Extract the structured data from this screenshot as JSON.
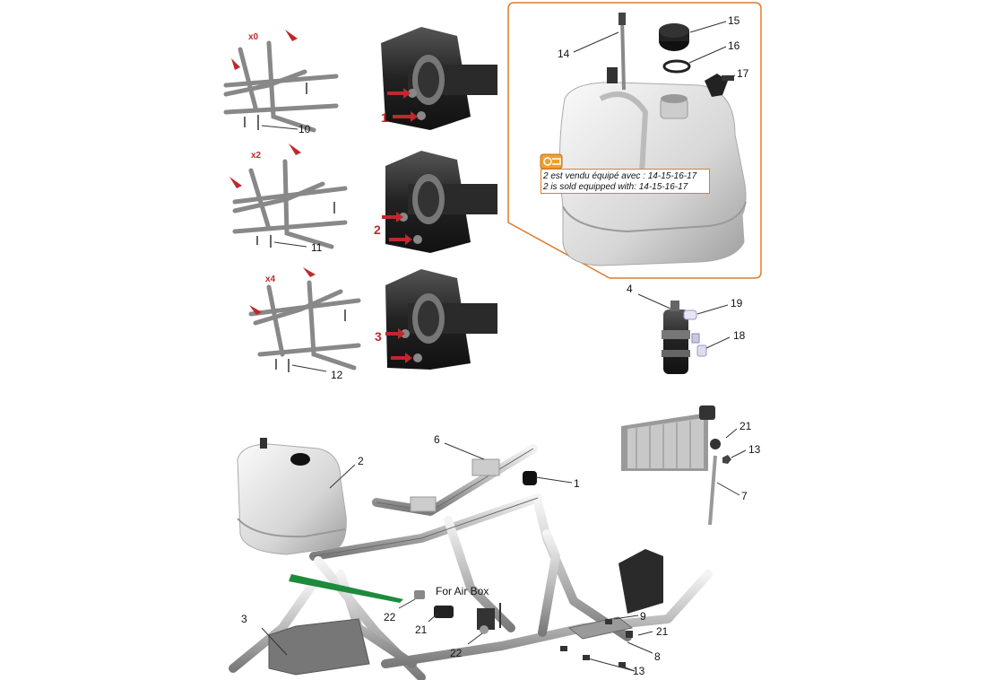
{
  "detail_groups": [
    {
      "multiplier": "x0",
      "part": "10",
      "step": "1"
    },
    {
      "multiplier": "x2",
      "part": "11",
      "step": "2"
    },
    {
      "multiplier": "x4",
      "part": "12",
      "step": "3"
    }
  ],
  "tank_detail": {
    "callouts": [
      "14",
      "15",
      "16",
      "17"
    ],
    "note_line1": "2 est vendu équipé avec : 14-15-16-17",
    "note_line2": "2 is sold equipped with: 14-15-16-17"
  },
  "pump_detail": {
    "callouts": [
      "4",
      "19",
      "18"
    ]
  },
  "radiator_detail": {
    "callouts": [
      "21",
      "13",
      "7"
    ]
  },
  "main_assembly": {
    "callouts": [
      "2",
      "6",
      "1",
      "3",
      "22",
      "21",
      "22",
      "9",
      "21",
      "8",
      "13"
    ],
    "air_box_label": "For Air Box"
  },
  "colors": {
    "accent_red": "#c0282d",
    "frame_orange": "#e07a2c",
    "arrow_green": "#1e8a3c"
  }
}
